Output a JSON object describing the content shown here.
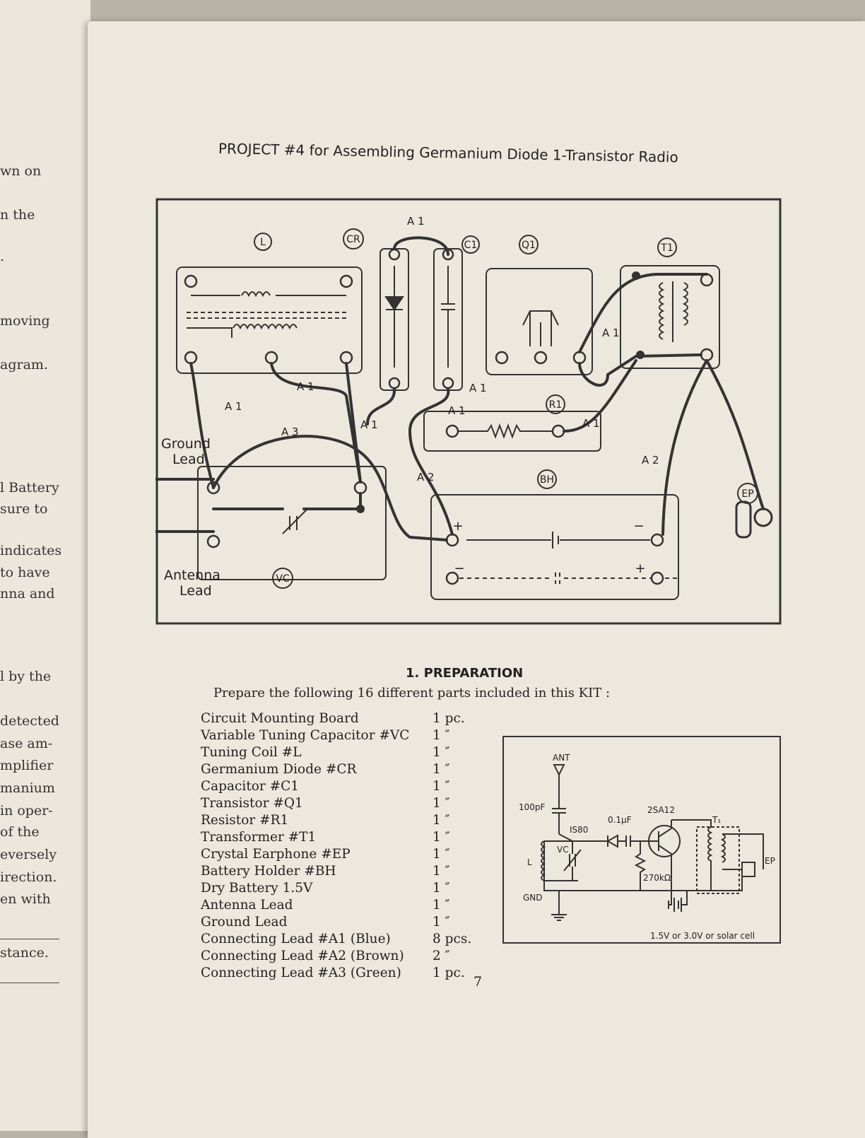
{
  "left_page": {
    "fragments": [
      "wn on",
      "n  the",
      ".",
      "moving",
      "agram.",
      "l Battery",
      "sure  to",
      "indicates",
      "to have",
      "nna and",
      "l by the",
      "detected",
      "ase am-",
      "mplifier",
      "manium",
      "in  oper-",
      "of  the",
      "eversely",
      "irection.",
      "en with",
      "stance."
    ]
  },
  "title": "PROJECT #4 for Assembling Germanium Diode 1-Transistor Radio",
  "diagram": {
    "labels": {
      "L": "L",
      "CR": "CR",
      "C1": "C1",
      "Q1": "Q1",
      "T1": "T1",
      "R1": "R1",
      "BH": "BH",
      "EP": "EP",
      "VC": "VC",
      "A1": "A 1",
      "A2": "A 2",
      "A3": "A 3",
      "ground_1": "Ground",
      "ground_2": "Lead",
      "antenna_1": "Antenna",
      "antenna_2": "Lead",
      "plus": "+",
      "minus": "−"
    }
  },
  "section": {
    "heading": "1.  PREPARATION"
  },
  "intro": "Prepare the following 16 different parts included in this KIT :",
  "parts": [
    {
      "name": "Circuit Mounting Board",
      "qty": "1 pc."
    },
    {
      "name": "Variable Tuning Capacitor #VC",
      "qty": "1  ″"
    },
    {
      "name": "Tuning Coil #L",
      "qty": "1  ″"
    },
    {
      "name": "Germanium Diode #CR",
      "qty": "1  ″"
    },
    {
      "name": "Capacitor #C1",
      "qty": "1  ″"
    },
    {
      "name": "Transistor #Q1",
      "qty": "1  ″"
    },
    {
      "name": "Resistor #R1",
      "qty": "1  ″"
    },
    {
      "name": "Transformer #T1",
      "qty": "1  ″"
    },
    {
      "name": "Crystal Earphone #EP",
      "qty": "1  ″"
    },
    {
      "name": "Battery Holder #BH",
      "qty": "1  ″"
    },
    {
      "name": "Dry Battery 1.5V",
      "qty": "1  ″"
    },
    {
      "name": "Antenna Lead",
      "qty": "1  ″"
    },
    {
      "name": "Ground Lead",
      "qty": "1  ″"
    },
    {
      "name": "Connecting Lead #A1 (Blue)",
      "qty": "8 pcs."
    },
    {
      "name": "Connecting Lead #A2 (Brown)",
      "qty": "2  ″"
    },
    {
      "name": "Connecting Lead #A3 (Green)",
      "qty": "1 pc."
    }
  ],
  "schematic": {
    "ant": "ANT",
    "c100": "100pF",
    "diode": "IS80",
    "cap": "0.1μF",
    "transistor": "2SA12",
    "t1": "T₁",
    "ep": "EP",
    "l": "L",
    "vc": "VC",
    "r": "270kΩ",
    "gnd": "GND",
    "battery_note": "1.5V or 3.0V or solar cell"
  },
  "page_number": "7"
}
